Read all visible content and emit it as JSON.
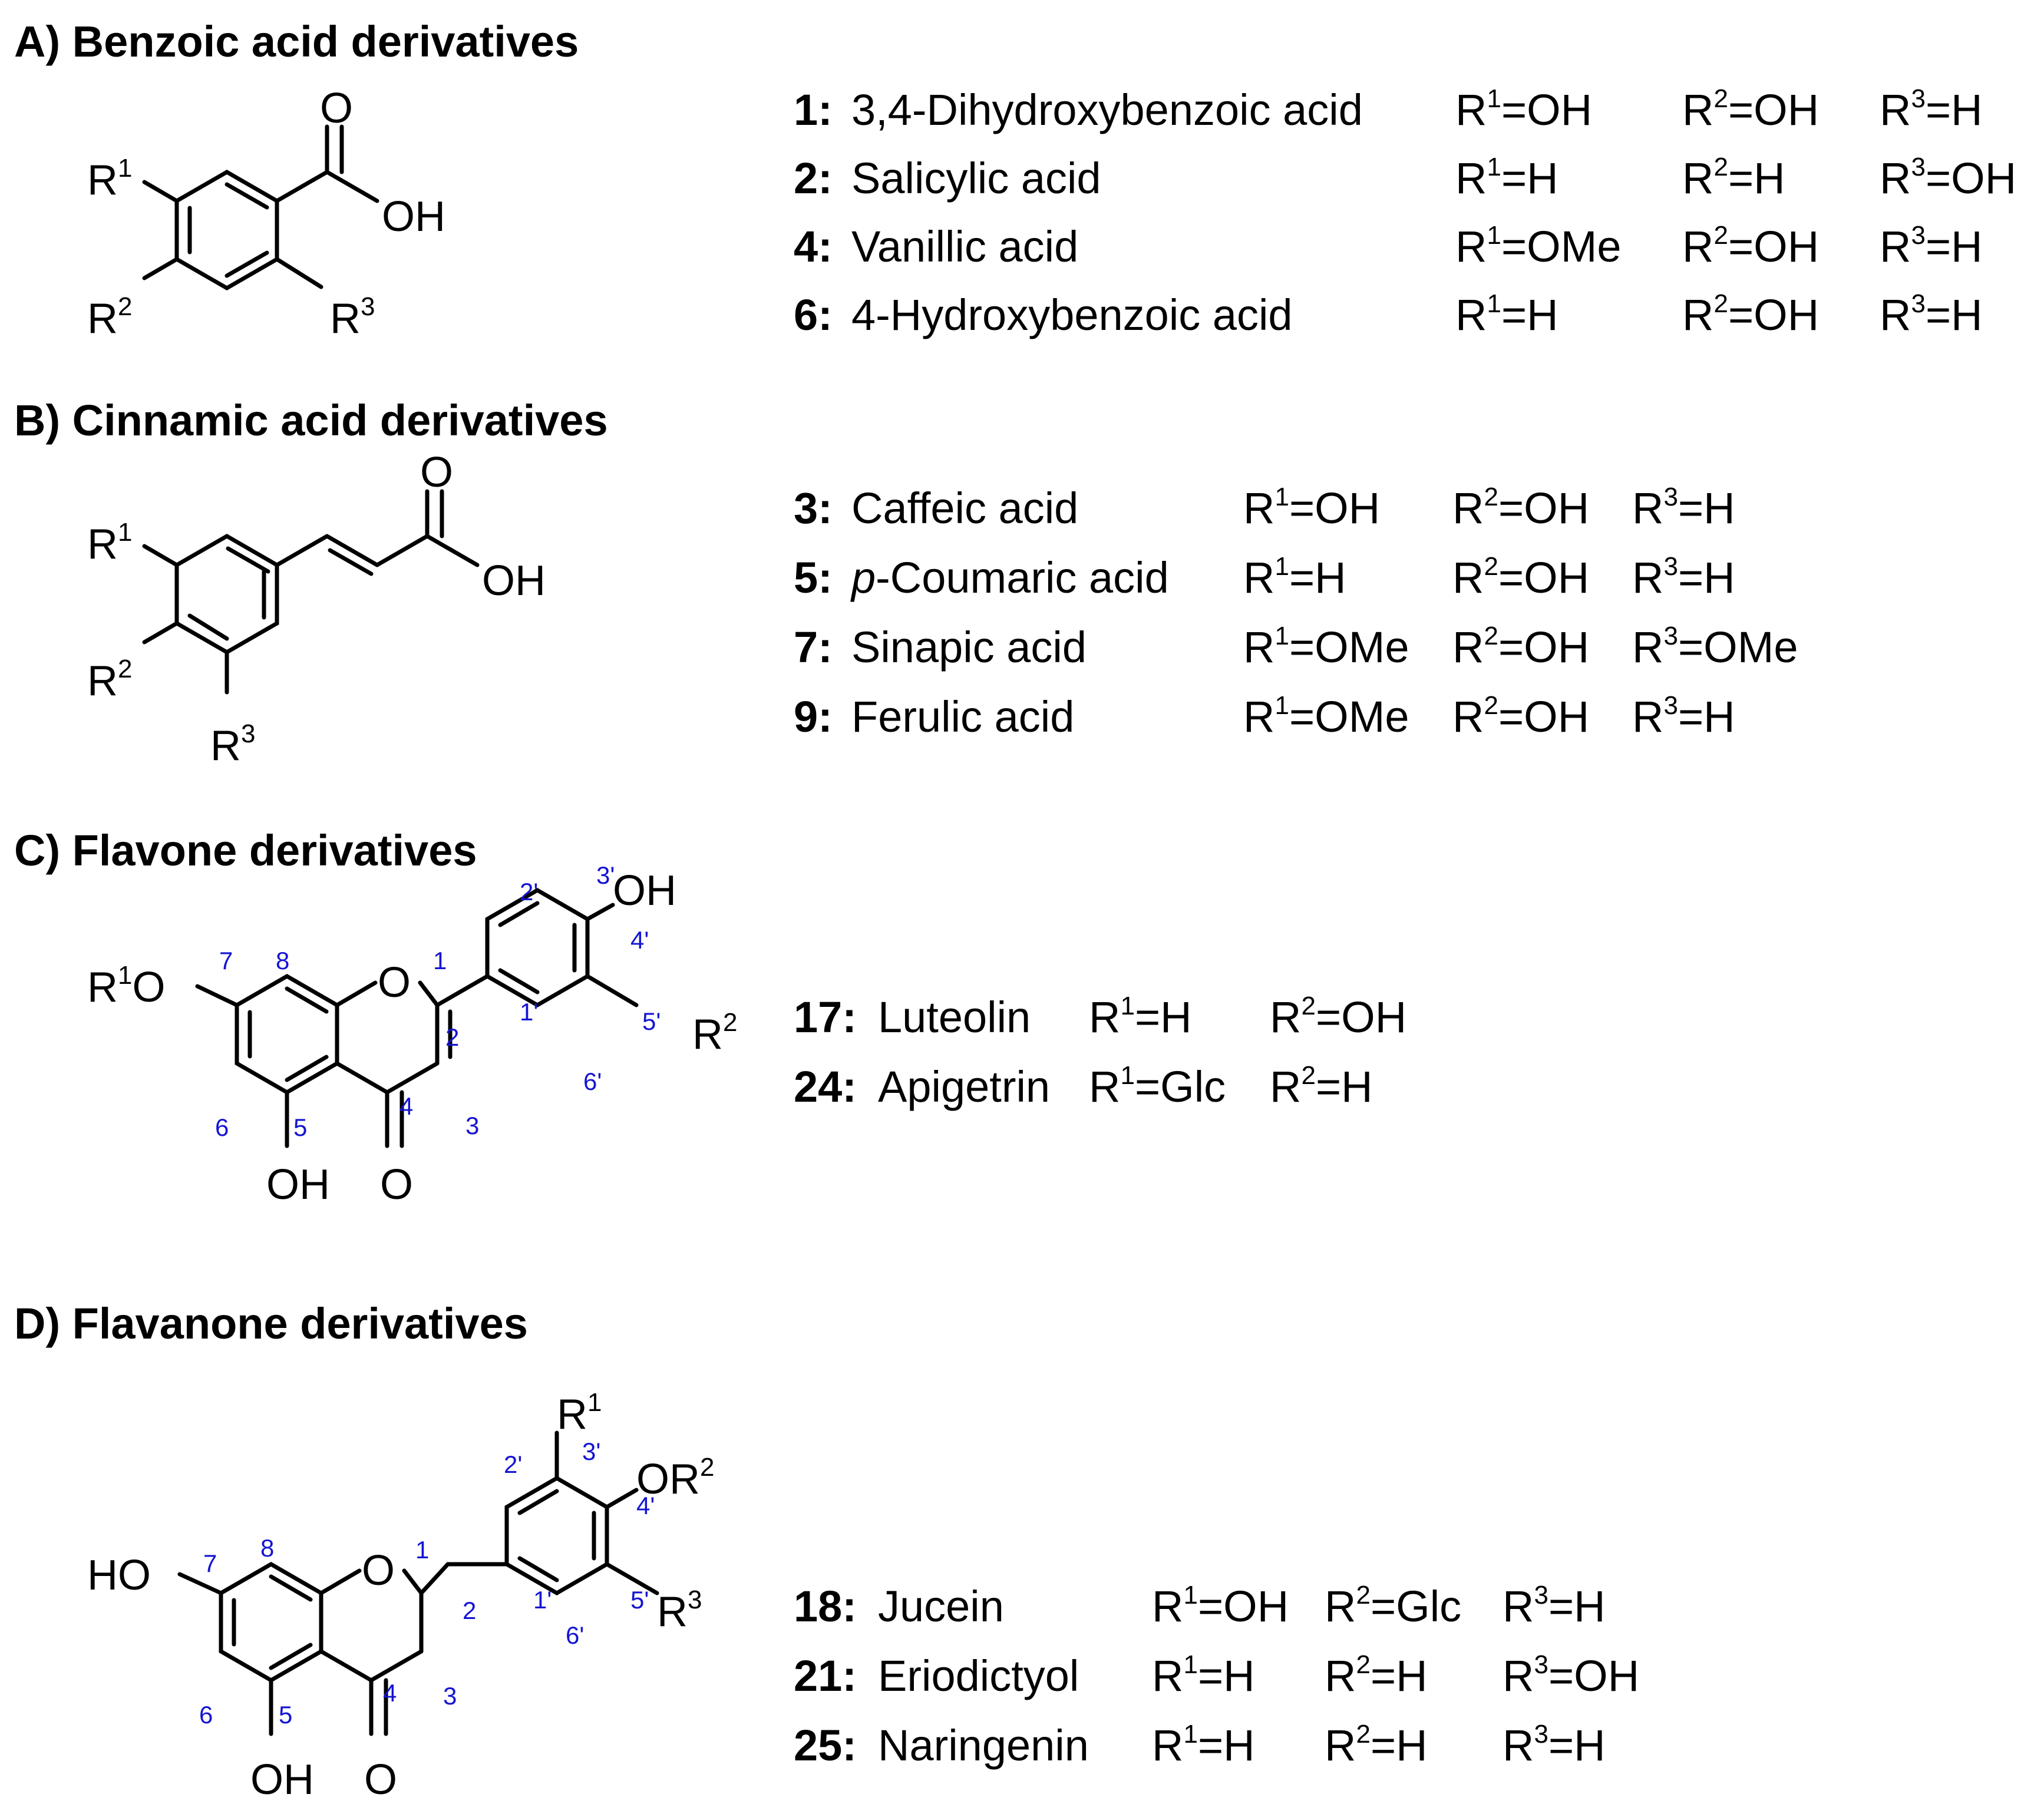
{
  "sections": {
    "A": {
      "title": "A) Benzoic acid derivatives"
    },
    "B": {
      "title": "B) Cinnamic acid derivatives"
    },
    "C": {
      "title": "C) Flavone derivatives"
    },
    "D": {
      "title": "D) Flavanone derivatives"
    }
  },
  "structure_labels": {
    "O": "O",
    "OH": "OH",
    "R": "R",
    "HO": "HO",
    "OR": "OR",
    "sup1": "1",
    "sup2": "2",
    "sup3": "3"
  },
  "position_numbers": {
    "n1": "1",
    "n2": "2",
    "n3": "3",
    "n4": "4",
    "n5": "5",
    "n6": "6",
    "n7": "7",
    "n8": "8",
    "n1p": "1'",
    "n2p": "2'",
    "n3p": "3'",
    "n4p": "4'",
    "n5p": "5'",
    "n6p": "6'"
  },
  "tableA": [
    {
      "num": "1:",
      "name": "3,4-Dihydroxybenzoic acid",
      "r1": "=OH",
      "r2": "=OH",
      "r3": "=H"
    },
    {
      "num": "2:",
      "name": "Salicylic acid",
      "r1": "=H",
      "r2": "=H",
      "r3": "=OH"
    },
    {
      "num": "4:",
      "name": "Vanillic acid",
      "r1": "=OMe",
      "r2": "=OH",
      "r3": "=H"
    },
    {
      "num": "6:",
      "name": "4-Hydroxybenzoic acid",
      "r1": "=H",
      "r2": "=OH",
      "r3": "=H"
    }
  ],
  "tableB": [
    {
      "num": "3:",
      "name": "Caffeic acid",
      "r1": "=OH",
      "r2": "=OH",
      "r3": "=H"
    },
    {
      "num": "5:",
      "name_prefix": "p",
      "name": "-Coumaric acid",
      "r1": "=H",
      "r2": "=OH",
      "r3": "=H"
    },
    {
      "num": "7:",
      "name": "Sinapic acid",
      "r1": "=OMe",
      "r2": "=OH",
      "r3": "=OMe"
    },
    {
      "num": "9:",
      "name": "Ferulic acid",
      "r1": "=OMe",
      "r2": "=OH",
      "r3": "=H"
    }
  ],
  "tableC": [
    {
      "num": "17:",
      "name": "Luteolin",
      "r1": "=H",
      "r2": "=OH"
    },
    {
      "num": "24:",
      "name": "Apigetrin",
      "r1": "=Glc",
      "r2": "=H"
    }
  ],
  "tableD": [
    {
      "num": "18:",
      "name": "Jucein",
      "r1": "=OH",
      "r2": "=Glc",
      "r3": "=H"
    },
    {
      "num": "21:",
      "name": "Eriodictyol",
      "r1": "=H",
      "r2": "=H",
      "r3": "=OH"
    },
    {
      "num": "25:",
      "name": "Naringenin",
      "r1": "=H",
      "r2": "=H",
      "r3": "=H"
    }
  ]
}
